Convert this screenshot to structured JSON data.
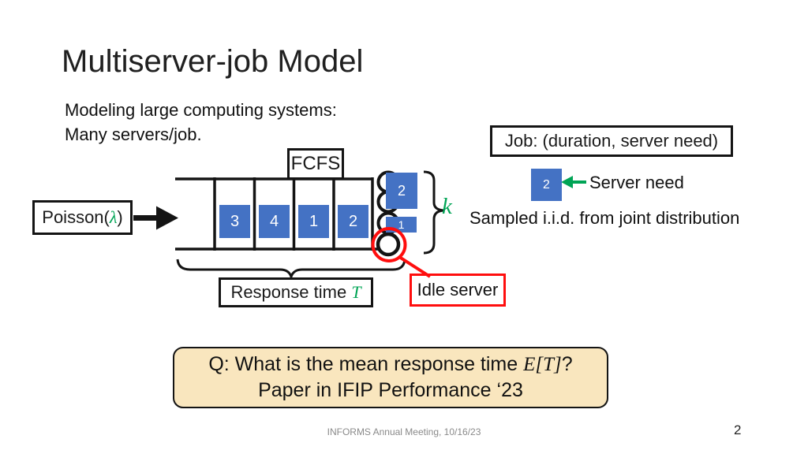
{
  "slide": {
    "title": "Multiserver-job Model",
    "intro_line1": "Modeling large computing systems:",
    "intro_line2": "Many servers/job.",
    "footer_text": "INFORMS Annual Meeting, 10/16/23",
    "page_number": "2"
  },
  "queue": {
    "discipline_label": "FCFS",
    "arrival_prefix": "Poisson(",
    "arrival_rate_symbol": "λ",
    "arrival_suffix": ")",
    "jobs": [
      "3",
      "4",
      "1",
      "2"
    ]
  },
  "servers": {
    "running_job_top": "2",
    "running_job_bottom": "1",
    "count_symbol": "k",
    "idle_label": "Idle server"
  },
  "annotations": {
    "job_definition": "Job: (duration, server need)",
    "server_need_value": "2",
    "server_need_label": "Server need",
    "sampled_text": "Sampled i.i.d. from joint distribution",
    "response_time_prefix": "Response time ",
    "response_time_symbol": "T"
  },
  "question_box": {
    "line1_prefix": "Q: What is the mean response time ",
    "line1_math": "E[T]",
    "line1_suffix": "?",
    "line2": "Paper in IFIP Performance ‘23"
  },
  "colors": {
    "accent_blue": "#4472C4",
    "math_green": "#00A455",
    "alert_red": "#FF0E0E",
    "question_bg": "#F9E6BE"
  }
}
